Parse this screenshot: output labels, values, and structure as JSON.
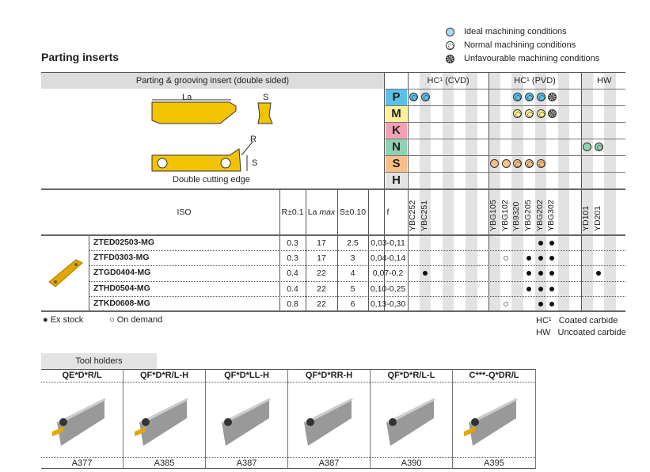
{
  "title": "Parting inserts",
  "legend": {
    "ideal": "Ideal machining conditions",
    "normal": "Normal machining conditions",
    "unfavourable": "Unfavourable machining conditions"
  },
  "insert_header": "Parting & grooving insert (double sided)",
  "drawing": {
    "la": "La",
    "s": "S",
    "r": "R",
    "s2": "S",
    "caption": "Double cutting edge"
  },
  "groups": [
    {
      "label": "HC¹ (CVD)",
      "start": 0,
      "span": 7
    },
    {
      "label": "HC¹ (PVD)",
      "start": 7,
      "span": 8
    },
    {
      "label": "HW",
      "start": 15,
      "span": 4
    }
  ],
  "grades": [
    {
      "name": "YBC252",
      "col": 0
    },
    {
      "name": "YBC251",
      "col": 1
    },
    {
      "name": "YBG105",
      "col": 7
    },
    {
      "name": "YBG102",
      "col": 8
    },
    {
      "name": "YB9320",
      "col": 9
    },
    {
      "name": "YBG205",
      "col": 10
    },
    {
      "name": "YBG202",
      "col": 11
    },
    {
      "name": "YBG302",
      "col": 12
    },
    {
      "name": "YD101",
      "col": 15
    },
    {
      "name": "YD201",
      "col": 16
    }
  ],
  "materials": [
    {
      "code": "P",
      "color": "#5bc0e8",
      "cells": [
        [
          0,
          "normal"
        ],
        [
          1,
          "normal"
        ],
        [
          9,
          "normal"
        ],
        [
          10,
          "normal"
        ],
        [
          11,
          "normal"
        ],
        [
          12,
          "unfavourable"
        ]
      ]
    },
    {
      "code": "M",
      "color": "#fdf09a",
      "cells": [
        [
          9,
          "normal"
        ],
        [
          10,
          "normal"
        ],
        [
          11,
          "normal"
        ],
        [
          12,
          "unfavourable"
        ]
      ]
    },
    {
      "code": "K",
      "color": "#f4a0b5",
      "cells": []
    },
    {
      "code": "N",
      "color": "#8fd1b3",
      "cells": [
        [
          15,
          "ideal"
        ],
        [
          16,
          "normal"
        ]
      ]
    },
    {
      "code": "S",
      "color": "#f9bf87",
      "cells": [
        [
          7,
          "ideal"
        ],
        [
          8,
          "ideal"
        ],
        [
          9,
          "normal"
        ],
        [
          10,
          "normal"
        ],
        [
          11,
          "normal"
        ]
      ]
    },
    {
      "code": "H",
      "color": "#e3e3e3",
      "cells": []
    }
  ],
  "columns": {
    "iso": "ISO",
    "r": "R±0.1",
    "la": "La ",
    "la_max": "max",
    "s": "S±0.10",
    "f": "f"
  },
  "rows": [
    {
      "iso": "ZTED02503-MG",
      "r": "0.3",
      "la": "17",
      "s": "2.5",
      "f": "0,03-0,11",
      "stock": [
        [
          11,
          "ex"
        ],
        [
          12,
          "ex"
        ]
      ]
    },
    {
      "iso": "ZTFD0303-MG",
      "r": "0.3",
      "la": "17",
      "s": "3",
      "f": "0,04-0,14",
      "stock": [
        [
          8,
          "demand"
        ],
        [
          10,
          "ex"
        ],
        [
          11,
          "ex"
        ],
        [
          12,
          "ex"
        ]
      ]
    },
    {
      "iso": "ZTGD0404-MG",
      "r": "0.4",
      "la": "22",
      "s": "4",
      "f": "0,07-0,2",
      "stock": [
        [
          1,
          "ex"
        ],
        [
          10,
          "ex"
        ],
        [
          11,
          "ex"
        ],
        [
          12,
          "ex"
        ],
        [
          16,
          "ex"
        ]
      ]
    },
    {
      "iso": "ZTHD0504-MG",
      "r": "0.4",
      "la": "22",
      "s": "5",
      "f": "0,10-0,25",
      "stock": [
        [
          10,
          "ex"
        ],
        [
          11,
          "ex"
        ],
        [
          12,
          "ex"
        ]
      ]
    },
    {
      "iso": "ZTKD0608-MG",
      "r": "0.8",
      "la": "22",
      "s": "6",
      "f": "0,13-0,30",
      "stock": [
        [
          8,
          "demand"
        ],
        [
          11,
          "ex"
        ],
        [
          12,
          "ex"
        ]
      ]
    }
  ],
  "footnote": {
    "ex_stock": "Ex stock",
    "on_demand": "On demand",
    "hc": "HC¹",
    "hc_desc": "Coated carbide",
    "hw": "HW",
    "hw_desc": "Uncoated carbide"
  },
  "tool_holders": {
    "tab": "Tool holders",
    "items": [
      {
        "name": "QE*D*R/L",
        "page": "A377"
      },
      {
        "name": "QF*D*R/L-H",
        "page": "A385"
      },
      {
        "name": "QF*D*LL-H",
        "page": "A387"
      },
      {
        "name": "QF*D*RR-H",
        "page": "A387"
      },
      {
        "name": "QF*D*R/L-L",
        "page": "A390"
      },
      {
        "name": "C***-Q*DR/L",
        "page": "A395"
      }
    ]
  }
}
